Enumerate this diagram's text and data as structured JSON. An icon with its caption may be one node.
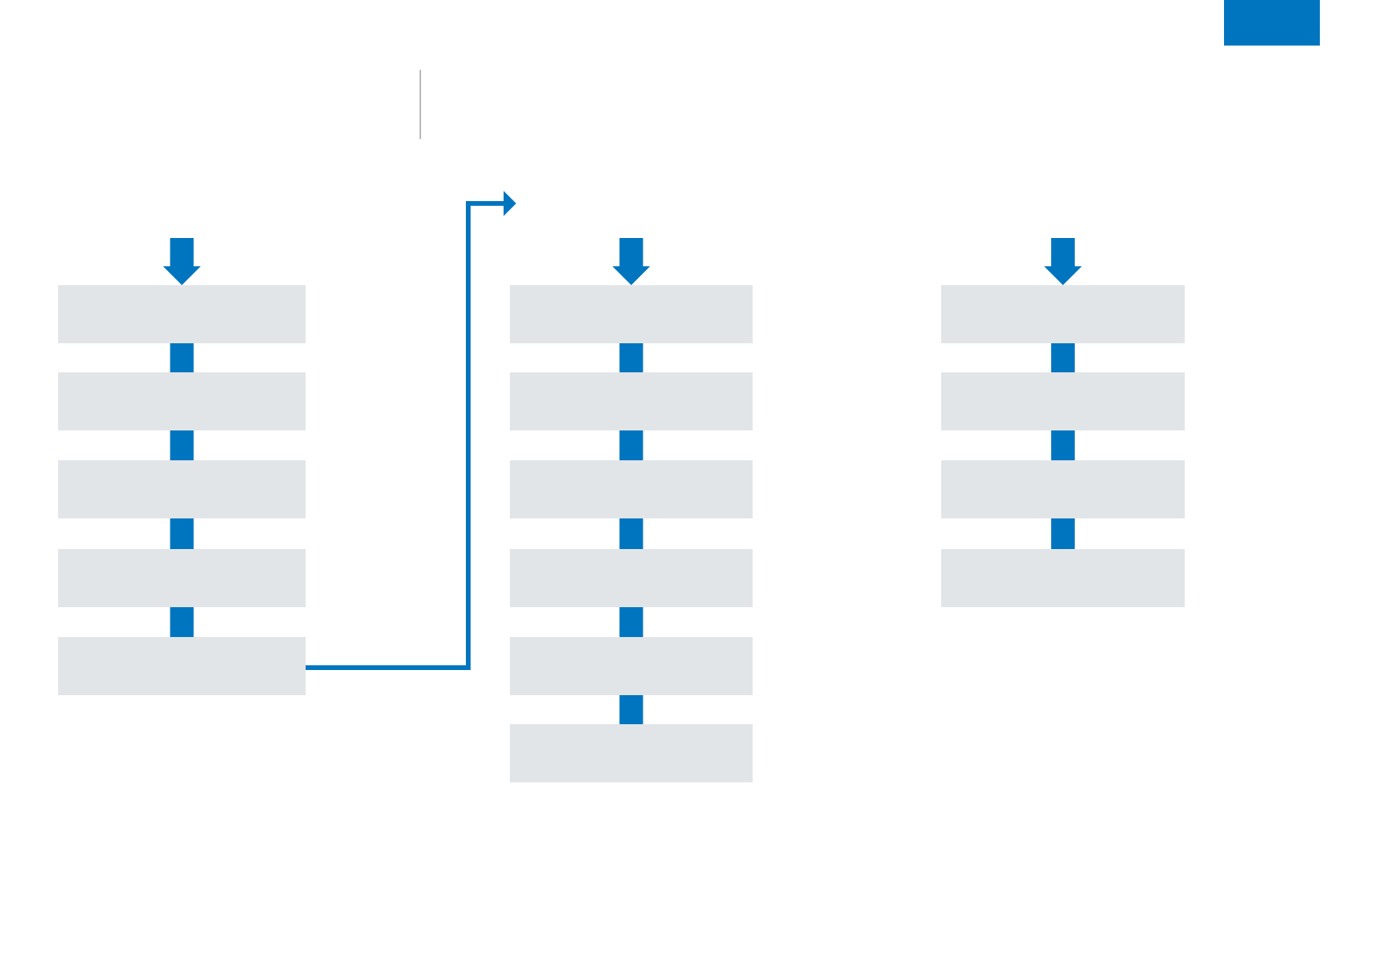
{
  "diagram": {
    "nodes": [
      {
        "text": [],
        "shape": "box"
      },
      {
        "text": [],
        "shape": "box"
      },
      {
        "text": [],
        "shape": "box"
      },
      {
        "text": [],
        "shape": "box"
      },
      {
        "text": [],
        "shape": "box"
      },
      {
        "text": [],
        "shape": "box"
      },
      {
        "text": [],
        "shape": "box"
      },
      {
        "text": [],
        "shape": "box"
      },
      {
        "text": [],
        "shape": "box"
      },
      {
        "text": [],
        "shape": "box"
      },
      {
        "text": [],
        "shape": "box"
      },
      {
        "text": [],
        "shape": "box"
      },
      {
        "text": [],
        "shape": "box"
      },
      {
        "text": [],
        "shape": "box"
      },
      {
        "text": [],
        "shape": "box"
      }
    ],
    "edges": [
      {
        "from": null,
        "to": 0,
        "arrow": "to"
      },
      {
        "from": 0,
        "to": 1,
        "arrow": "none"
      },
      {
        "from": 1,
        "to": 2,
        "arrow": "none"
      },
      {
        "from": 2,
        "to": 3,
        "arrow": "none"
      },
      {
        "from": 3,
        "to": 4,
        "arrow": "none"
      },
      {
        "from": 4,
        "to": null,
        "arrow": "to"
      },
      {
        "from": null,
        "to": 5,
        "arrow": "to"
      },
      {
        "from": 5,
        "to": 6,
        "arrow": "none"
      },
      {
        "from": 6,
        "to": 7,
        "arrow": "none"
      },
      {
        "from": 7,
        "to": 8,
        "arrow": "none"
      },
      {
        "from": 8,
        "to": 9,
        "arrow": "none"
      },
      {
        "from": 9,
        "to": 10,
        "arrow": "none"
      },
      {
        "from": null,
        "to": 11,
        "arrow": "to"
      },
      {
        "from": 11,
        "to": 12,
        "arrow": "none"
      },
      {
        "from": 12,
        "to": 13,
        "arrow": "none"
      },
      {
        "from": 13,
        "to": 14,
        "arrow": "none"
      }
    ]
  }
}
